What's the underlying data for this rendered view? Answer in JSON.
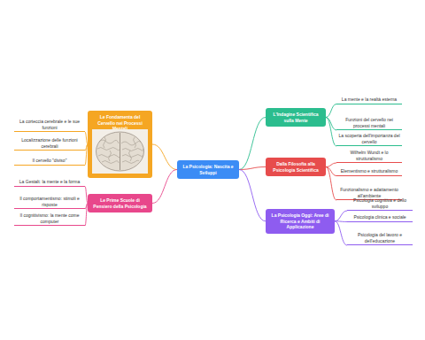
{
  "diagram": {
    "nodes": [
      {
        "text": [
          "La Psicologia: Nascita e Sviluppi"
        ]
      },
      {
        "text": [
          "Le Fondamenta del Cervello nei Processi Mentali"
        ]
      },
      {
        "text": [
          "La corteccia cerebrale e le sue funzioni"
        ]
      },
      {
        "text": [
          "Localizzazione delle funzioni cerebrali"
        ]
      },
      {
        "text": [
          "Il cervello \"diviso\""
        ]
      },
      {
        "text": [
          "Le Prime Scuole di Pensiero della Psicologia"
        ]
      },
      {
        "text": [
          "La Gestalt: la mente e la forma"
        ]
      },
      {
        "text": [
          "Il comportamentismo: stimoli e risposte"
        ]
      },
      {
        "text": [
          "Il cognitivismo: la mente come computer"
        ]
      },
      {
        "text": [
          "L'Indagine Scientifica sulla Mente"
        ]
      },
      {
        "text": [
          "La mente e la realtà esterna"
        ]
      },
      {
        "text": [
          "Funzioni del cervello nei processi mentali"
        ]
      },
      {
        "text": [
          "La scoperta dell'importanza del cervello"
        ]
      },
      {
        "text": [
          "Dalla Filosofia alla Psicologia Scientifica"
        ]
      },
      {
        "text": [
          "Wilhelm Wundt e lo strutturalismo"
        ]
      },
      {
        "text": [
          "Elementismo e strutturalismo"
        ]
      },
      {
        "text": [
          "Funzionalismo e adattamento all'ambiente"
        ]
      },
      {
        "text": [
          "La Psicologia Oggi: Aree di Ricerca e Ambiti di Applicazione"
        ]
      },
      {
        "text": [
          "Psicologia cognitiva e dello sviluppo"
        ]
      },
      {
        "text": [
          "Psicologia clinica e sociale"
        ]
      },
      {
        "text": [
          "Psicologia del lavoro e dell'educazione"
        ]
      }
    ],
    "edges": [
      {
        "from": 0,
        "to": 1,
        "arrow": "none"
      },
      {
        "from": 1,
        "to": 2,
        "arrow": "none"
      },
      {
        "from": 1,
        "to": 3,
        "arrow": "none"
      },
      {
        "from": 1,
        "to": 4,
        "arrow": "none"
      },
      {
        "from": 0,
        "to": 5,
        "arrow": "none"
      },
      {
        "from": 5,
        "to": 6,
        "arrow": "none"
      },
      {
        "from": 5,
        "to": 7,
        "arrow": "none"
      },
      {
        "from": 5,
        "to": 8,
        "arrow": "none"
      },
      {
        "from": 0,
        "to": 9,
        "arrow": "none"
      },
      {
        "from": 9,
        "to": 10,
        "arrow": "none"
      },
      {
        "from": 9,
        "to": 11,
        "arrow": "none"
      },
      {
        "from": 9,
        "to": 12,
        "arrow": "none"
      },
      {
        "from": 0,
        "to": 13,
        "arrow": "none"
      },
      {
        "from": 13,
        "to": 14,
        "arrow": "none"
      },
      {
        "from": 13,
        "to": 15,
        "arrow": "none"
      },
      {
        "from": 13,
        "to": 16,
        "arrow": "none"
      },
      {
        "from": 0,
        "to": 17,
        "arrow": "none"
      },
      {
        "from": 17,
        "to": 18,
        "arrow": "none"
      },
      {
        "from": 17,
        "to": 19,
        "arrow": "none"
      },
      {
        "from": 17,
        "to": 20,
        "arrow": "none"
      }
    ]
  }
}
